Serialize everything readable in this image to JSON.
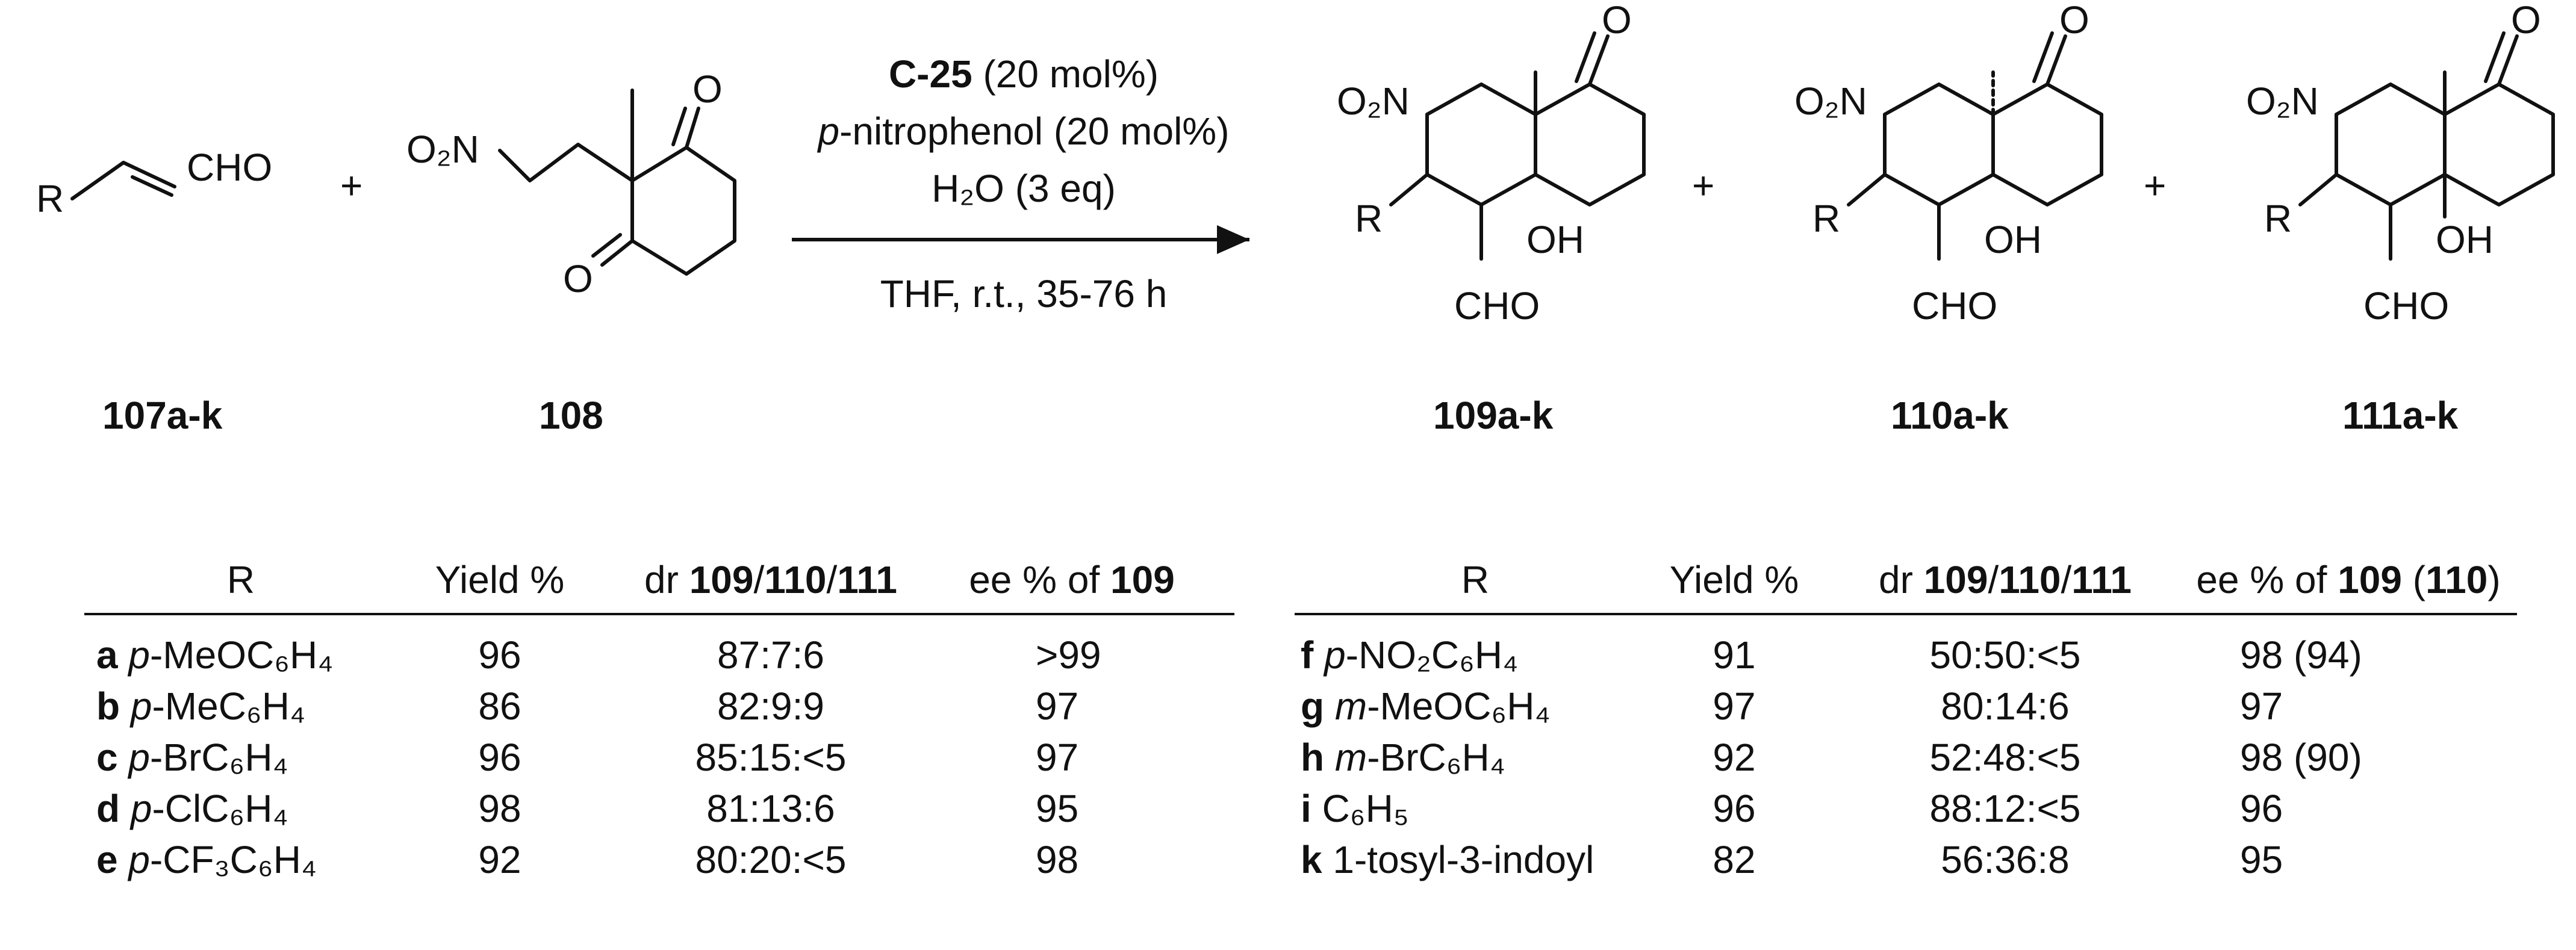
{
  "scheme": {
    "reactant1": {
      "label": "107a-k",
      "text": "CHO",
      "r": "R"
    },
    "reactant2": {
      "label": "108",
      "nitro": "O₂N",
      "oxygen": "O"
    },
    "plus_sign": "+",
    "conditions": {
      "catalyst": "C-25",
      "catalyst_loading": "(20 mol%)",
      "additive_prefix": "p",
      "additive": "-nitrophenol (20 mol%)",
      "water": "H₂O (3 eq)",
      "solvent_time": "THF, r.t., 35-76 h"
    },
    "products": [
      {
        "label": "109a-k",
        "nitro": "O₂N",
        "r": "R",
        "oh": "OH",
        "cho": "CHO",
        "oxygen": "O"
      },
      {
        "label": "110a-k",
        "nitro": "O₂N",
        "r": "R",
        "oh": "OH",
        "cho": "CHO",
        "oxygen": "O"
      },
      {
        "label": "111a-k",
        "nitro": "O₂N",
        "r": "R",
        "oh": "OH",
        "cho": "CHO",
        "oxygen": "O"
      }
    ]
  },
  "table_left": {
    "headers": {
      "r": "R",
      "yield": "Yield %",
      "dr_prefix": "dr ",
      "dr_a": "109",
      "dr_b": "110",
      "dr_c": "111",
      "slash": "/",
      "ee_prefix": "ee % of ",
      "ee_bold": "109"
    },
    "rows": [
      {
        "letter": "a",
        "prefix": "p",
        "sub": "-MeOC₆H₄",
        "yield": "96",
        "dr": "87:7:6",
        "ee": ">99"
      },
      {
        "letter": "b",
        "prefix": "p",
        "sub": "-MeC₆H₄",
        "yield": "86",
        "dr": "82:9:9",
        "ee": "97"
      },
      {
        "letter": "c",
        "prefix": "p",
        "sub": "-BrC₆H₄",
        "yield": "96",
        "dr": "85:15:<5",
        "ee": "97"
      },
      {
        "letter": "d",
        "prefix": "p",
        "sub": "-ClC₆H₄",
        "yield": "98",
        "dr": "81:13:6",
        "ee": "95"
      },
      {
        "letter": "e",
        "prefix": "p",
        "sub": "-CF₃C₆H₄",
        "yield": "92",
        "dr": "80:20:<5",
        "ee": "98"
      }
    ]
  },
  "table_right": {
    "headers": {
      "r": "R",
      "yield": "Yield %",
      "dr_prefix": "dr ",
      "dr_a": "109",
      "dr_b": "110",
      "dr_c": "111",
      "slash": "/",
      "ee_prefix": "ee % of ",
      "ee_bold": "109",
      "ee_paren_open": " (",
      "ee_bold2": "110",
      "ee_paren_close": ")"
    },
    "rows": [
      {
        "letter": "f",
        "prefix": "p",
        "sub": "-NO₂C₆H₄",
        "yield": "91",
        "dr": "50:50:<5",
        "ee": "98 (94)"
      },
      {
        "letter": "g",
        "prefix": "m",
        "sub": "-MeOC₆H₄",
        "yield": "97",
        "dr": "80:14:6",
        "ee": "97"
      },
      {
        "letter": "h",
        "prefix": "m",
        "sub": "-BrC₆H₄",
        "yield": "92",
        "dr": "52:48:<5",
        "ee": "98 (90)"
      },
      {
        "letter": "i",
        "prefix": "",
        "sub": "C₆H₅",
        "yield": "96",
        "dr": "88:12:<5",
        "ee": "96"
      },
      {
        "letter": "k",
        "prefix": "",
        "sub": "1-tosyl-3-indoyl",
        "yield": "82",
        "dr": "56:36:8",
        "ee": "95"
      }
    ]
  }
}
